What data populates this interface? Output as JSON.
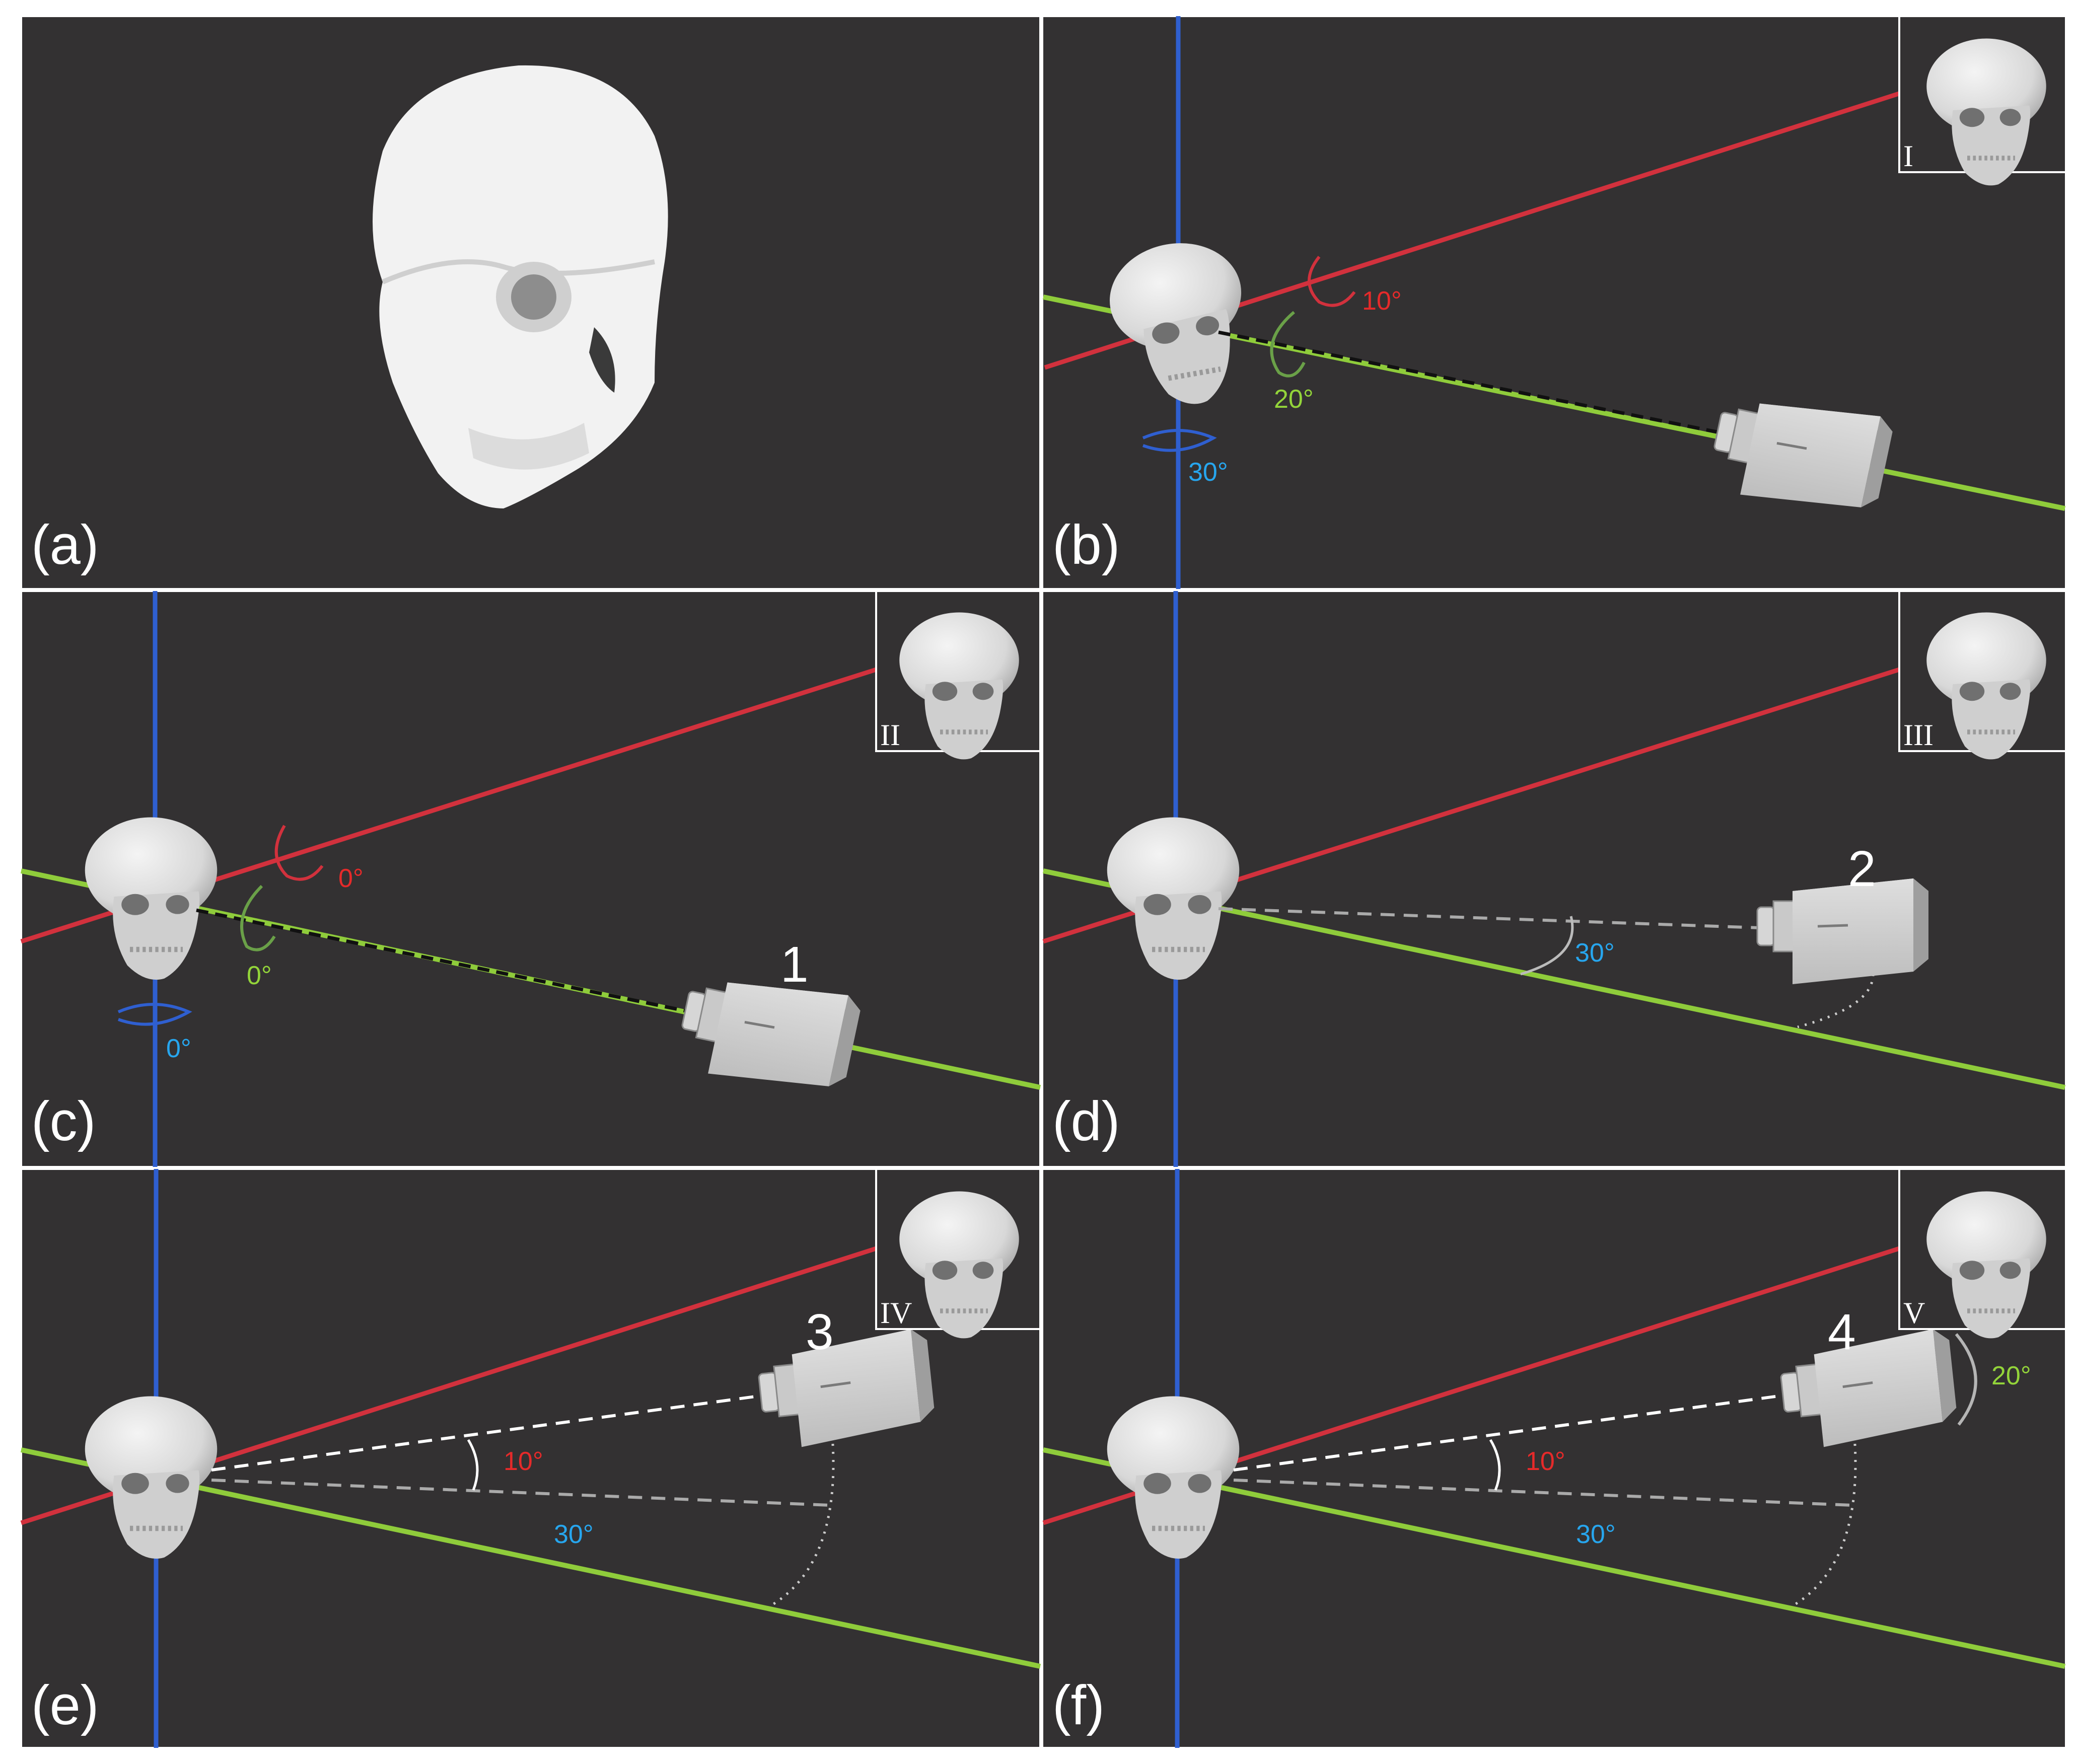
{
  "colors": {
    "background": "#333132",
    "x_axis": "#d2313d",
    "y_axis": "#8fcc3b",
    "z_axis": "#2f5fd0",
    "red_text": "#e52a2a",
    "green_text": "#93d43a",
    "blue_text": "#27a6ee",
    "frame": "#ffffff"
  },
  "panels": [
    {
      "id": "a",
      "label": "(a)"
    },
    {
      "id": "b",
      "label": "(b)",
      "inset": "I",
      "angles": {
        "x": "10°",
        "y": "20°",
        "z": "30°"
      }
    },
    {
      "id": "c",
      "label": "(c)",
      "inset": "II",
      "camera": "1",
      "angles": {
        "x": "0°",
        "y": "0°",
        "z": "0°"
      }
    },
    {
      "id": "d",
      "label": "(d)",
      "inset": "III",
      "camera": "2",
      "angles": {
        "z": "30°"
      }
    },
    {
      "id": "e",
      "label": "(e)",
      "inset": "IV",
      "camera": "3",
      "angles": {
        "x": "10°",
        "z": "30°"
      }
    },
    {
      "id": "f",
      "label": "(f)",
      "inset": "V",
      "camera": "4",
      "angles": {
        "x": "10°",
        "z": "30°",
        "y": "20°"
      }
    }
  ]
}
